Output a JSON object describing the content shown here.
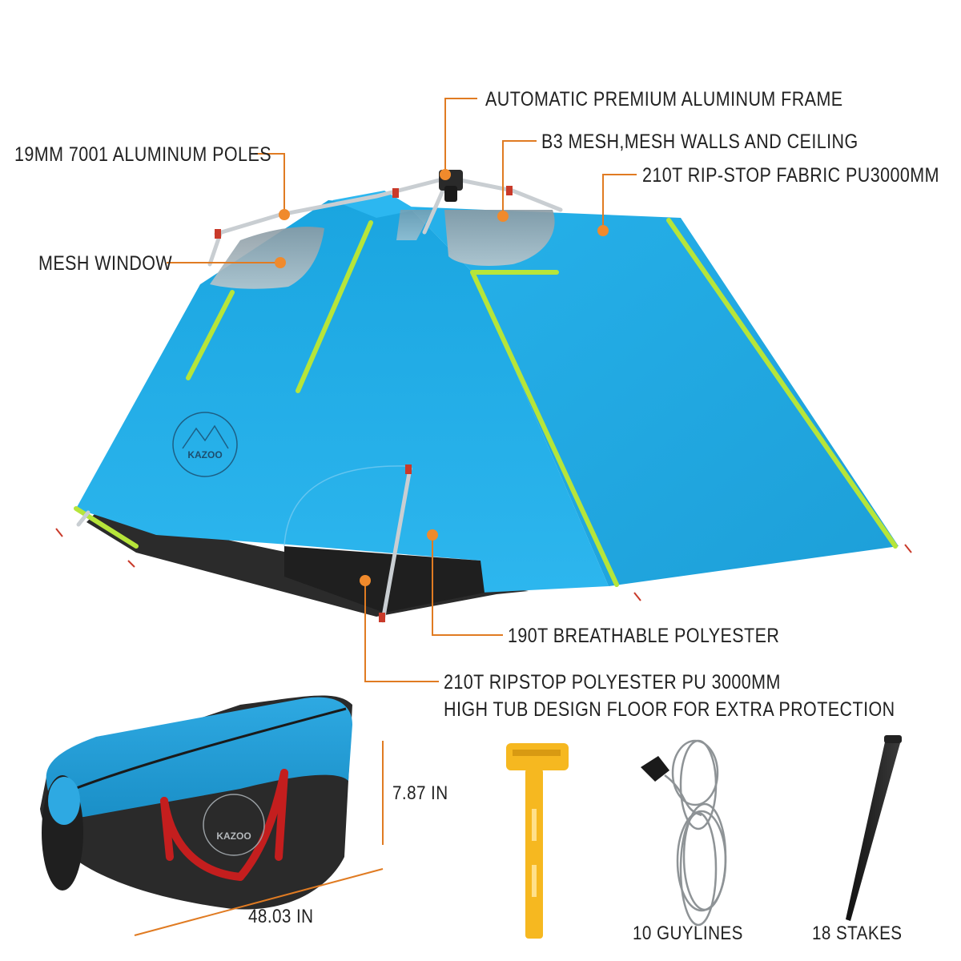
{
  "callouts": {
    "frame": "AUTOMATIC PREMIUM ALUMINUM FRAME",
    "mesh_walls": "B3 MESH,MESH WALLS AND CEILING",
    "poles": "19MM 7001 ALUMINUM POLES",
    "fabric": "210T RIP-STOP FABRIC PU3000MM",
    "window": "MESH WINDOW",
    "polyester": "190T BREATHABLE POLYESTER",
    "floor_line1": "210T RIPSTOP POLYESTER PU 3000MM",
    "floor_line2": "HIGH TUB DESIGN FLOOR FOR EXTRA PROTECTION"
  },
  "bag": {
    "height": "7.87 IN",
    "length": "48.03 IN",
    "logo": "KAZOO"
  },
  "tent_logo": "KAZOO",
  "accessories": {
    "guylines": "10 GUYLINES",
    "stakes": "18 STAKES"
  },
  "colors": {
    "tent_blue": "#1fa9e3",
    "trim_green": "#b6e53a",
    "callout_orange": "#e07b22",
    "bag_black": "#2a2a2a",
    "bag_strap_red": "#c41e1e",
    "hammer_yellow": "#f6b820"
  }
}
